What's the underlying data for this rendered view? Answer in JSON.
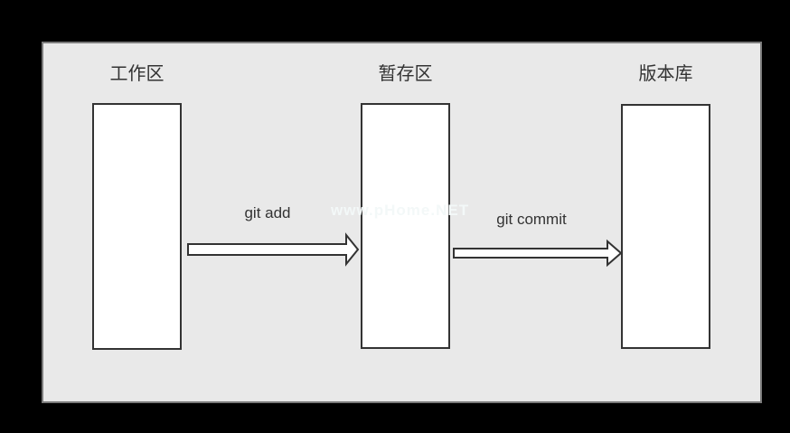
{
  "diagram": {
    "columns": [
      {
        "label": "工作区"
      },
      {
        "label": "暂存区"
      },
      {
        "label": "版本库"
      }
    ],
    "arrows": [
      {
        "label": "git add"
      },
      {
        "label": "git commit"
      }
    ],
    "watermark": "www.pHome.NET",
    "colors": {
      "page_background": "#000000",
      "panel_background": "#e9e9e9",
      "panel_border": "#7b7b7b",
      "box_fill": "#ffffff",
      "box_border": "#333333",
      "text": "#333333",
      "watermark_text": "#f3f8f8"
    }
  }
}
